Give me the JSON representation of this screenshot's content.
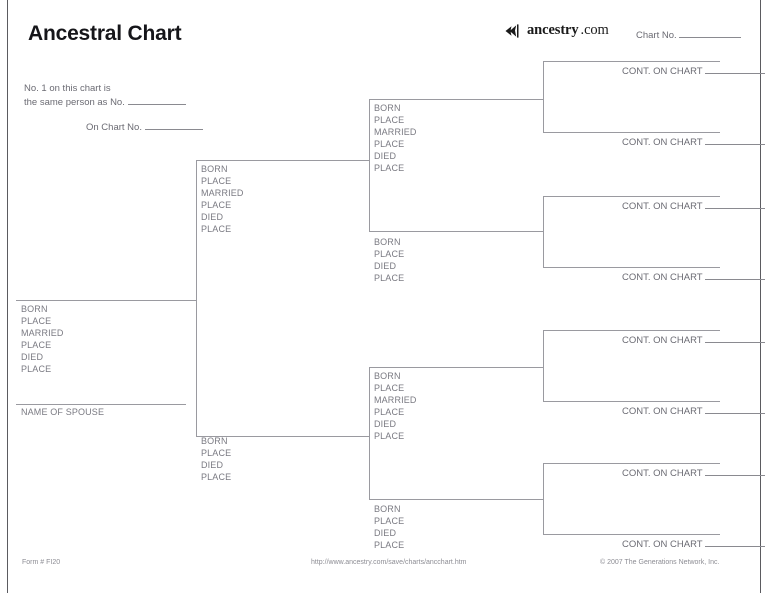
{
  "document": {
    "title": "Ancestral Chart",
    "logo": {
      "icon": "ancestry-leaf-icon",
      "word": "ancestry",
      "suffix": ".com"
    },
    "chart_no_label": "Chart No.",
    "note_line1": "No. 1 on this chart is",
    "note_line2": "the same person as No.",
    "note_line3": "On Chart No."
  },
  "labels": {
    "born": "BORN",
    "place": "PLACE",
    "married": "MARRIED",
    "died": "DIED",
    "name_of_spouse": "NAME OF SPOUSE",
    "cont_on_chart": "CONT. ON CHART"
  },
  "persons": {
    "p1": {
      "fields": [
        "BORN",
        "PLACE",
        "MARRIED",
        "PLACE",
        "DIED",
        "PLACE"
      ],
      "spouse_label": "NAME OF SPOUSE"
    },
    "p2": {
      "fields": [
        "BORN",
        "PLACE",
        "MARRIED",
        "PLACE",
        "DIED",
        "PLACE"
      ]
    },
    "p3": {
      "fields": [
        "BORN",
        "PLACE",
        "DIED",
        "PLACE"
      ]
    },
    "p4": {
      "fields": [
        "BORN",
        "PLACE",
        "MARRIED",
        "PLACE",
        "DIED",
        "PLACE"
      ]
    },
    "p5": {
      "fields": [
        "BORN",
        "PLACE",
        "DIED",
        "PLACE"
      ]
    },
    "p6": {
      "fields": [
        "BORN",
        "PLACE",
        "MARRIED",
        "PLACE",
        "DIED",
        "PLACE"
      ]
    },
    "p7": {
      "fields": [
        "BORN",
        "PLACE",
        "DIED",
        "PLACE"
      ]
    }
  },
  "continuations": [
    {
      "label": "CONT. ON CHART"
    },
    {
      "label": "CONT. ON CHART"
    },
    {
      "label": "CONT. ON CHART"
    },
    {
      "label": "CONT. ON CHART"
    },
    {
      "label": "CONT. ON CHART"
    },
    {
      "label": "CONT. ON CHART"
    },
    {
      "label": "CONT. ON CHART"
    },
    {
      "label": "CONT. ON CHART"
    }
  ],
  "footer": {
    "form": "Form # FI20",
    "url": "http://www.ancestry.com/save/charts/ancchart.htm",
    "copyright": "© 2007 The Generations Network, Inc."
  },
  "colors": {
    "ink": "#16161a",
    "text": "#6b6b73",
    "fact_text": "#7a7a82",
    "rule": "#8a8a90",
    "border": "#5b5b60"
  }
}
